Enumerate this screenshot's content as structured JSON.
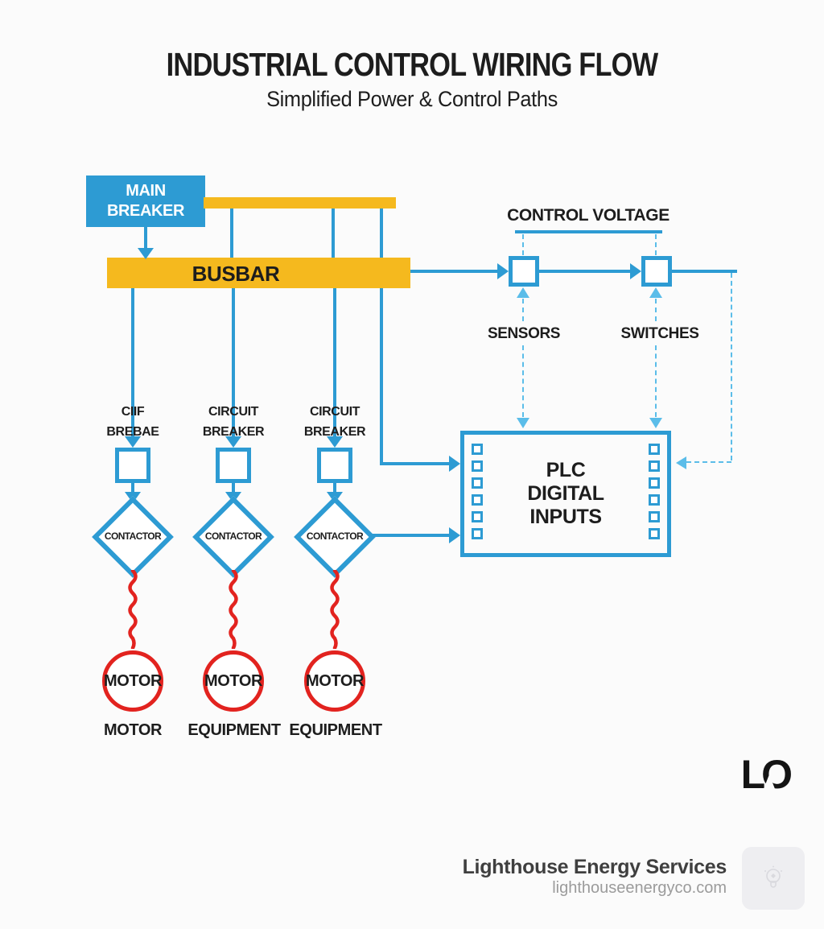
{
  "title": "INDUSTRIAL CONTROL WIRING FLOW",
  "subtitle": "Simplified Power & Control Paths",
  "colors": {
    "accent_blue": "#2d9bd3",
    "dashed_blue": "#5bbde9",
    "busbar_yellow": "#f5b91e",
    "motor_red": "#e2231f"
  },
  "power_path": {
    "main_breaker": {
      "line1": "MAIN",
      "line2": "BREAKER"
    },
    "busbar_label": "BUSBAR",
    "branches": [
      {
        "breaker_line1": "CIIF",
        "breaker_line2": "BREBAE",
        "contactor": "CONTACTOR",
        "load": "MOTOR",
        "load_type": "MOTOR"
      },
      {
        "breaker_line1": "CIRCUIT",
        "breaker_line2": "BREAKER",
        "contactor": "CONTACTOR",
        "load": "MOTOR",
        "load_type": "EQUIPMENT"
      },
      {
        "breaker_line1": "CIRCUIT",
        "breaker_line2": "BREAKER",
        "contactor": "CONTACTOR",
        "load": "MOTOR",
        "load_type": "EQUIPMENT"
      }
    ]
  },
  "control_path": {
    "control_voltage_label": "CONTROL VOLTAGE",
    "sensors_label": "SENSORS",
    "switches_label": "SWITCHES",
    "plc": {
      "line1": "PLC",
      "line2": "DIGITAL",
      "line3": "INPUTS"
    }
  },
  "footer": {
    "logo_text": "LO",
    "company": "Lighthouse Energy Services",
    "website": "lighthouseenergyco.com",
    "icon": "lightbulb-icon"
  }
}
